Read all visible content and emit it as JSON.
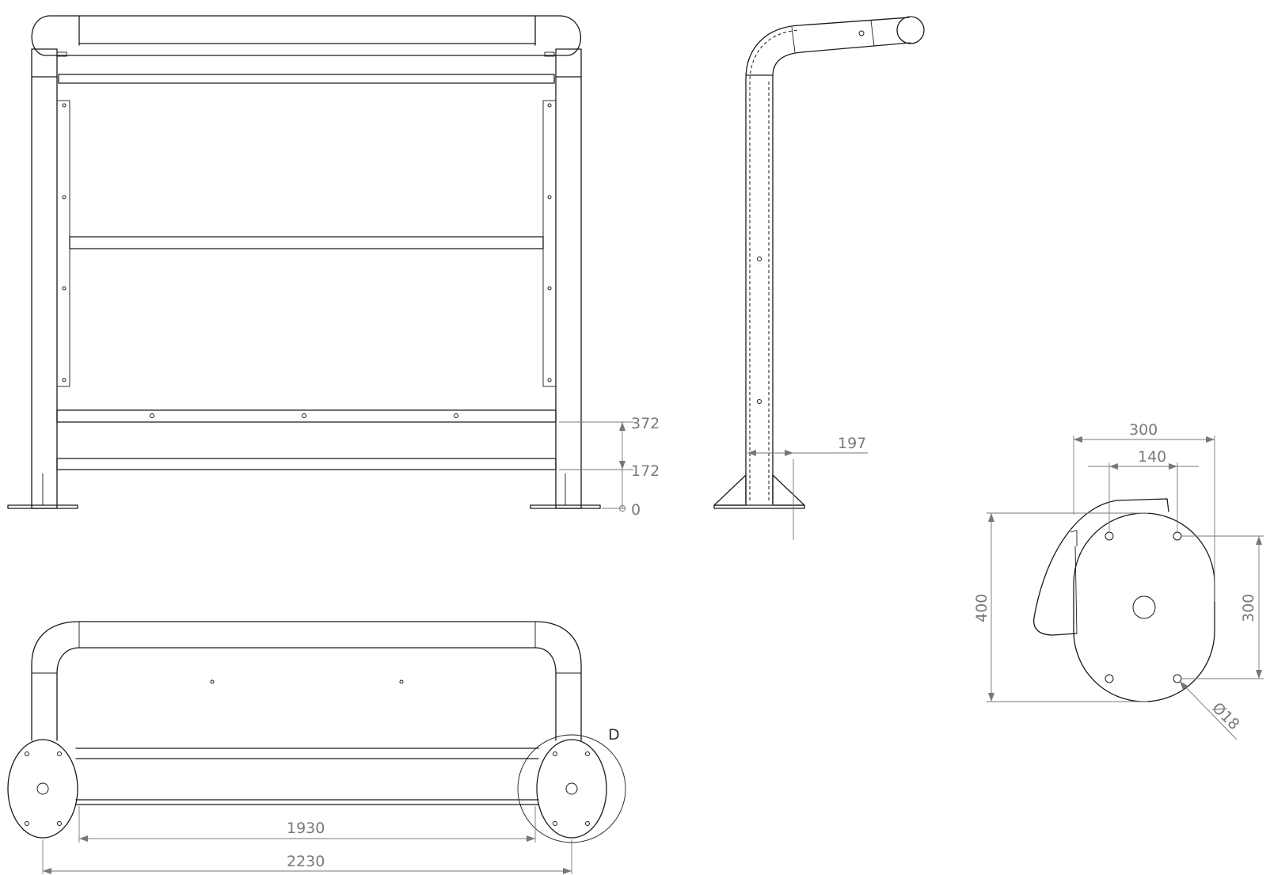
{
  "front_view": {
    "dims": [
      "372",
      "172",
      "0"
    ]
  },
  "side_view": {
    "dims": [
      "197"
    ]
  },
  "top_view": {
    "dims": [
      "1930",
      "2230"
    ],
    "detail_label": "D"
  },
  "base_plate_detail": {
    "dims": [
      "300",
      "140",
      "400",
      "300"
    ],
    "hole_dia": "Ø18"
  }
}
